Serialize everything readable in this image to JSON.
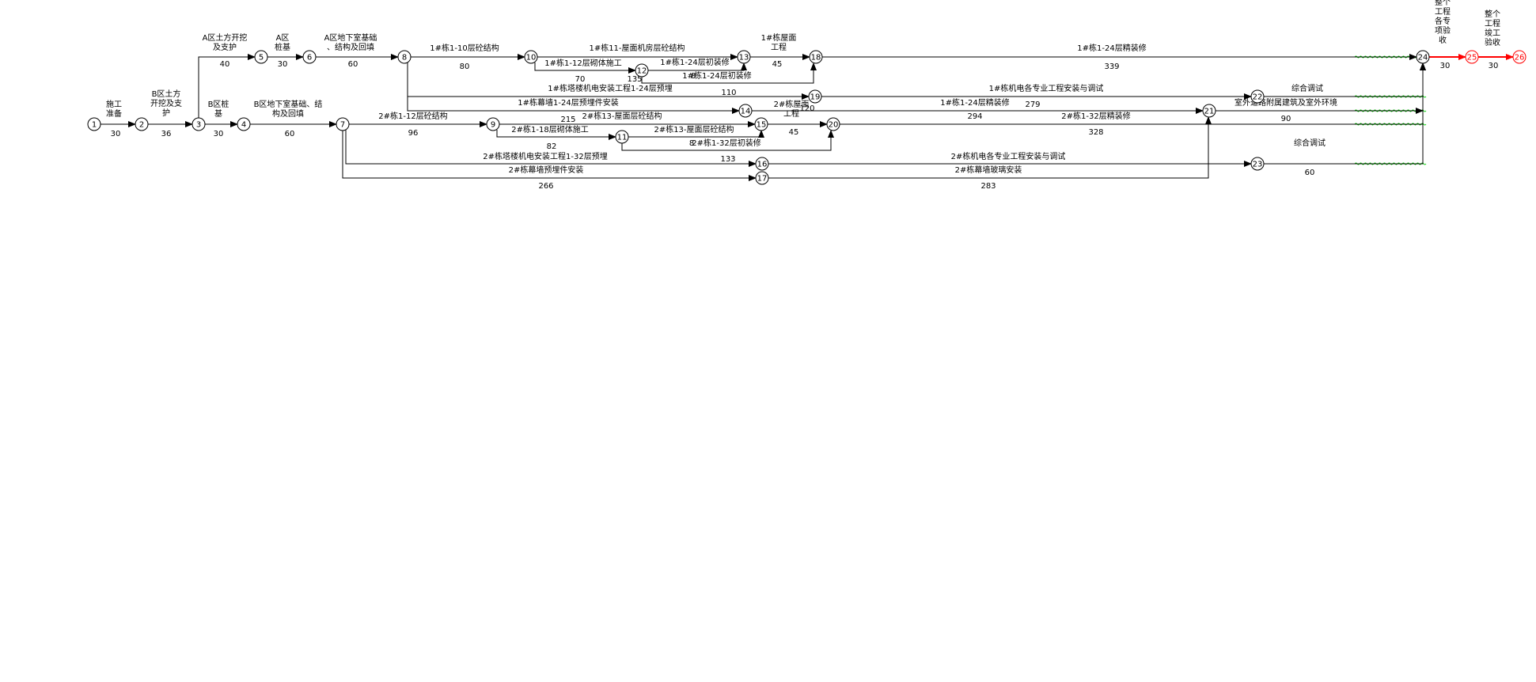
{
  "colors": {
    "normal": "#000000",
    "critical": "#ff0000",
    "float": "#00cc00",
    "background": "#ffffff"
  },
  "nodes": [
    "1",
    "2",
    "3",
    "4",
    "5",
    "6",
    "7",
    "8",
    "9",
    "10",
    "11",
    "12",
    "13",
    "14",
    "15",
    "16",
    "17",
    "18",
    "19",
    "20",
    "21",
    "22",
    "23",
    "24",
    "25",
    "26"
  ],
  "activities": [
    {
      "id": "a1",
      "name": "施工准备",
      "duration": "30",
      "from": "1",
      "to": "2"
    },
    {
      "id": "a2",
      "name": "B区土方开挖及支护",
      "duration": "36",
      "from": "2",
      "to": "3"
    },
    {
      "id": "a3",
      "name": "A区土方开挖及支护",
      "duration": "40",
      "from": "3",
      "to": "5"
    },
    {
      "id": "a4",
      "name": "A区桩基",
      "duration": "30",
      "from": "5",
      "to": "6"
    },
    {
      "id": "a5",
      "name": "A区地下室基础、结构及回填",
      "duration": "60",
      "from": "6",
      "to": "8"
    },
    {
      "id": "a6",
      "name": "B区桩基",
      "duration": "30",
      "from": "3",
      "to": "4"
    },
    {
      "id": "a7",
      "name": "B区地下室基础、结构及回填",
      "duration": "60",
      "from": "4",
      "to": "7"
    },
    {
      "id": "a8",
      "name": "1#栋1-10层砼结构",
      "duration": "80",
      "from": "8",
      "to": "10"
    },
    {
      "id": "a9",
      "name": "1#栋11-屋面机房层砼结构",
      "duration": "",
      "from": "10",
      "to": "13"
    },
    {
      "id": "a10",
      "name": "1#栋1-12层砌体施工",
      "duration": "70",
      "from": "10",
      "to": "12"
    },
    {
      "id": "a11",
      "name": "1#栋1-24层初装修",
      "duration": "",
      "from": "12",
      "to": "13"
    },
    {
      "id": "a12",
      "name": "1#栋1-24层初装修",
      "duration": "",
      "from": "12",
      "to": "18"
    },
    {
      "id": "a13",
      "name": "1#栋屋面工程",
      "duration": "45",
      "from": "13",
      "to": "18"
    },
    {
      "id": "a14",
      "name": "1#栋1-24层精装修",
      "duration": "339",
      "from": "18",
      "to": "24"
    },
    {
      "id": "a15",
      "name": "1#栋塔楼机电安装工程1-24层预埋",
      "duration": "110",
      "from": "8",
      "to": "19"
    },
    {
      "id": "a16",
      "name": "1#栋机电各专业工程安装与调试",
      "duration": "279",
      "from": "19",
      "to": "22"
    },
    {
      "id": "a17",
      "name": "综合调试",
      "duration": "",
      "from": "22",
      "to": "24"
    },
    {
      "id": "a18",
      "name": "1#栋幕墙1-24层预埋件安装",
      "duration": "215",
      "from": "8",
      "to": "14"
    },
    {
      "id": "a19",
      "name": "2#栋屋面工程",
      "duration": "45",
      "from": "15",
      "to": "20"
    },
    {
      "id": "a20",
      "name": "1#栋1-24层精装修",
      "duration": "294",
      "from": "14",
      "to": "21"
    },
    {
      "id": "a21",
      "name": "2#栋1-12层砼结构",
      "duration": "96",
      "from": "7",
      "to": "9"
    },
    {
      "id": "a22",
      "name": "2#栋13-屋面层砼结构",
      "duration": "",
      "from": "9",
      "to": "15"
    },
    {
      "id": "a23",
      "name": "2#栋1-18层砌体施工",
      "duration": "82",
      "from": "9",
      "to": "11"
    },
    {
      "id": "a24",
      "name": "2#栋13-屋面层砼结构",
      "duration": "",
      "from": "11",
      "to": "15"
    },
    {
      "id": "a25",
      "name": "2#栋1-32层初装修",
      "duration": "",
      "from": "11",
      "to": "20"
    },
    {
      "id": "a26",
      "name": "2#栋1-32层精装修",
      "duration": "328",
      "from": "20",
      "to": "24"
    },
    {
      "id": "a27",
      "name": "室外道路附属建筑及室外环境",
      "duration": "90",
      "from": "21",
      "to": "24"
    },
    {
      "id": "a28",
      "name": "2#栋塔楼机电安装工程1-32层预埋",
      "duration": "133",
      "from": "7",
      "to": "16"
    },
    {
      "id": "a29",
      "name": "2#栋机电各专业工程安装与调试",
      "duration": "",
      "from": "16",
      "to": "23"
    },
    {
      "id": "a30",
      "name": "综合调试",
      "duration": "60",
      "from": "23",
      "to": "24"
    },
    {
      "id": "a31",
      "name": "2#栋幕墙预埋件安装",
      "duration": "266",
      "from": "7",
      "to": "17"
    },
    {
      "id": "a32",
      "name": "2#栋幕墙玻璃安装",
      "duration": "283",
      "from": "17",
      "to": "21"
    },
    {
      "id": "a33",
      "name": "整个工程各专项验收",
      "duration": "30",
      "from": "24",
      "to": "25"
    },
    {
      "id": "a34",
      "name": "整个工程竣工验收",
      "duration": "30",
      "from": "25",
      "to": "26"
    }
  ],
  "stray_numbers": [
    "135",
    "120",
    "8",
    "8"
  ]
}
